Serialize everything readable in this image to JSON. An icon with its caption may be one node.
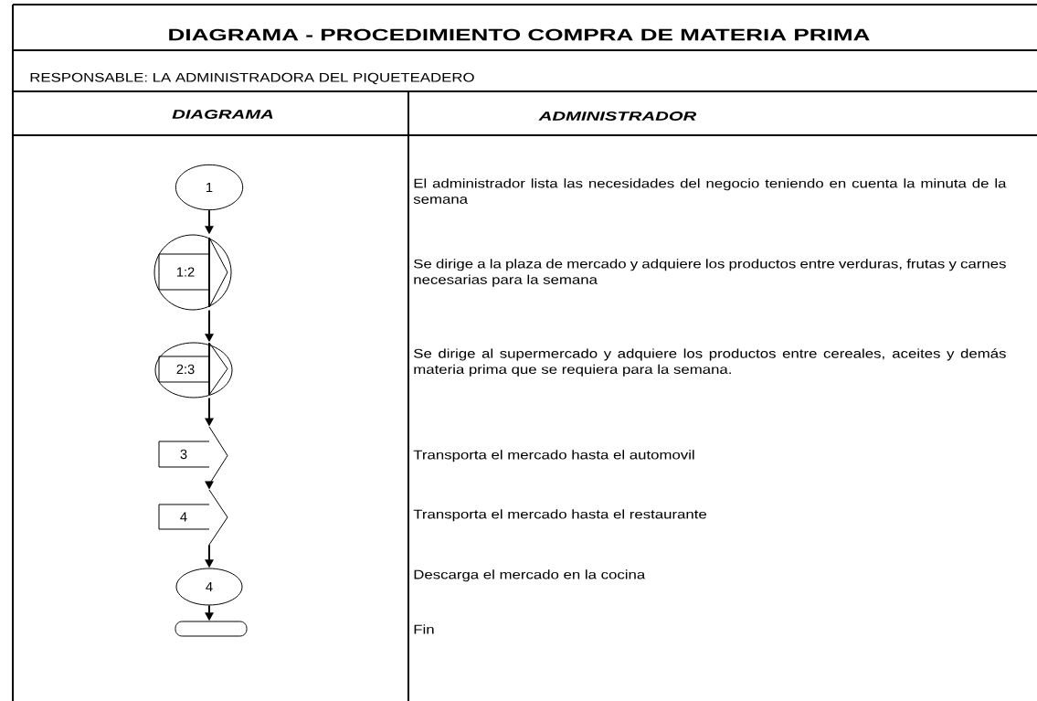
{
  "diagram": {
    "title": "DIAGRAMA - PROCEDIMIENTO COMPRA DE MATERIA PRIMA",
    "nodes": [
      {
        "text": [
          "1"
        ]
      },
      {
        "text": [
          "1:2"
        ]
      },
      {
        "text": [
          "2:3"
        ]
      },
      {
        "text": [
          "3"
        ]
      },
      {
        "text": [
          "4"
        ]
      },
      {
        "text": [
          "4"
        ]
      },
      {
        "text": [],
        "shape": "capsule"
      }
    ],
    "edges": [
      {
        "from": 0,
        "to": 1,
        "arrow": "to"
      },
      {
        "from": 1,
        "to": 2,
        "arrow": "to"
      },
      {
        "from": 2,
        "to": 3,
        "arrow": "to"
      },
      {
        "from": 3,
        "to": 4,
        "arrow": "to"
      },
      {
        "from": 4,
        "to": 5,
        "arrow": "to"
      },
      {
        "from": 5,
        "to": 6,
        "arrow": "to"
      }
    ],
    "labels": [
      "RESPONSABLE:  LA ADMINISTRADORA DEL PIQUETEADERO",
      "DIAGRAMA",
      "ADMINISTRADOR",
      "El administrador lista las necesidades del negocio teniendo en cuenta la minuta de la semana",
      "Se dirige a la plaza de mercado y adquiere los productos entre verduras, frutas y carnes necesarias para la semana",
      "Se dirige al supermercado y adquiere los productos entre cereales, aceites y demás materia prima que se requiera para la semana.",
      "Transporta el mercado hasta el automovil",
      "Transporta el mercado hasta el restaurante",
      "Descarga el mercado en la cocina",
      "Fin"
    ]
  }
}
